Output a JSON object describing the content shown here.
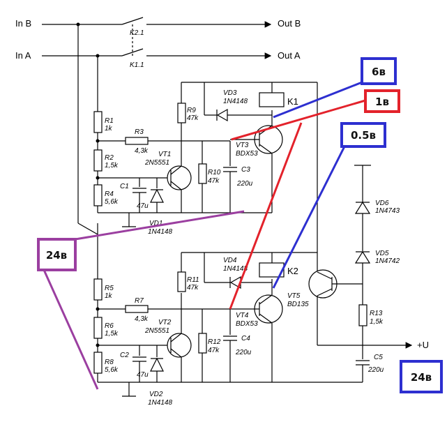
{
  "io": {
    "in_b": "In B",
    "in_a": "In A",
    "out_b": "Out B",
    "out_a": "Out A",
    "plus_u": "+U"
  },
  "relays": {
    "k21": "K2.1",
    "k11": "K1.1",
    "k1": "K1",
    "k2": "K2"
  },
  "components": {
    "r1": [
      "R1",
      "1k"
    ],
    "r2": [
      "R2",
      "1,5k"
    ],
    "r3": [
      "R3",
      "4,3k"
    ],
    "r4": [
      "R4",
      "5,6k"
    ],
    "r5": [
      "R5",
      "1k"
    ],
    "r6": [
      "R6",
      "1,5k"
    ],
    "r7": [
      "R7",
      "4,3k"
    ],
    "r8": [
      "R8",
      "5,6k"
    ],
    "r9": [
      "R9",
      "47k"
    ],
    "r10": [
      "R10",
      "47k"
    ],
    "r11": [
      "R11",
      "47k"
    ],
    "r12": [
      "R12",
      "47k"
    ],
    "r13": [
      "R13",
      "1,5k"
    ],
    "c1": [
      "C1",
      "47u"
    ],
    "c2": [
      "C2",
      "47u"
    ],
    "c3": [
      "C3",
      "220u"
    ],
    "c4": [
      "C4",
      "220u"
    ],
    "c5": [
      "C5",
      "220u"
    ],
    "vt1": [
      "VT1",
      "2N5551"
    ],
    "vt2": [
      "VT2",
      "2N5551"
    ],
    "vt3": [
      "VT3",
      "BDX53"
    ],
    "vt4": [
      "VT4",
      "BDX53"
    ],
    "vt5": [
      "VT5",
      "BD135"
    ],
    "vd1": [
      "VD1",
      "1N4148"
    ],
    "vd2": [
      "VD2",
      "1N4148"
    ],
    "vd3": [
      "VD3",
      "1N4148"
    ],
    "vd4": [
      "VD4",
      "1N4148"
    ],
    "vd5": [
      "VD5",
      "1N4742"
    ],
    "vd6": [
      "VD6",
      "1N4743"
    ]
  },
  "annotations": {
    "a6v": {
      "text": "6в",
      "color": "#2d2fd0"
    },
    "a1v": {
      "text": "1в",
      "color": "#e3222b"
    },
    "a05v": {
      "text": "0.5в",
      "color": "#2d2fd0"
    },
    "a24v_left": {
      "text": "24в",
      "color": "#9b3fa0"
    },
    "a24v_right": {
      "text": "24в",
      "color": "#2d2fd0"
    }
  }
}
